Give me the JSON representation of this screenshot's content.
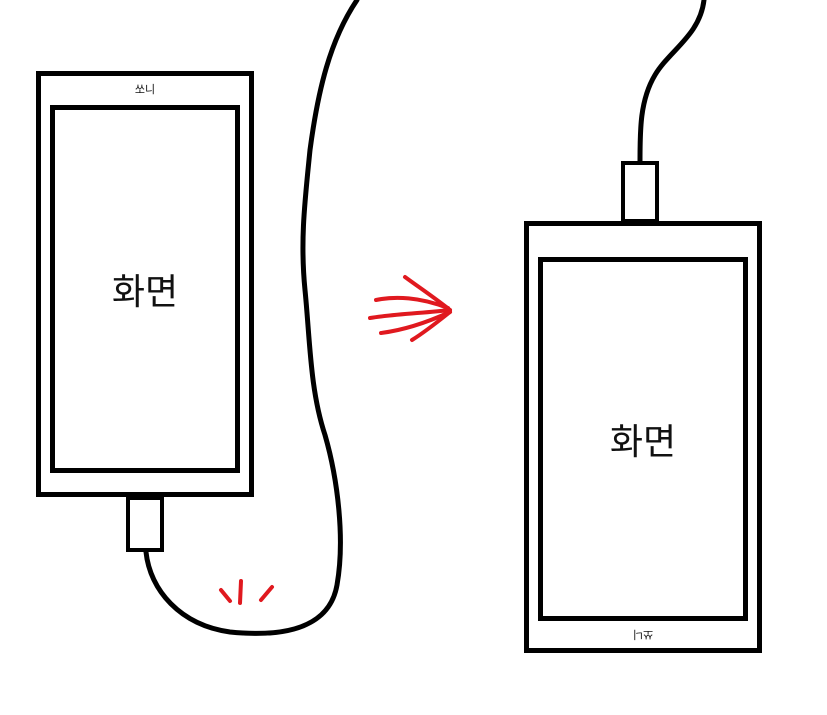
{
  "left_phone": {
    "brand": "쏘니",
    "screen_label": "화면"
  },
  "right_phone": {
    "brand": "쏘니",
    "screen_label": "화면"
  },
  "colors": {
    "outline": "#000000",
    "accent": "#e0191f"
  },
  "icons": {
    "arrow": "red-arrow-icon",
    "spark": "spark-marks-icon"
  }
}
